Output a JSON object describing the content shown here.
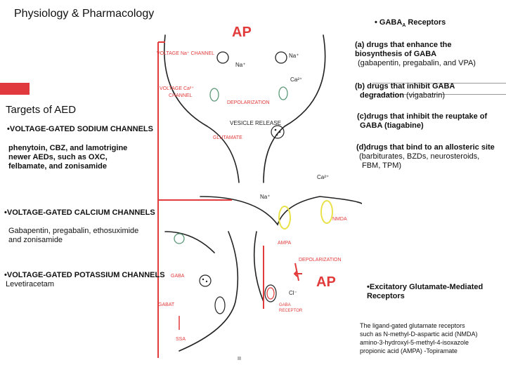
{
  "title": "Physiology & Pharmacology",
  "right_panel": {
    "heading_prefix": "• GABA",
    "heading_sub": "A",
    "heading_suffix": " Receptors",
    "item_a_1": "(a) drugs that enhance the",
    "item_a_2": "biosynthesis of GABA",
    "item_a_3": "(gabapentin, pregabalin, and VPA)",
    "item_b_1": "(b) drugs that inhibit GABA",
    "item_b_2": "degradation",
    "item_b_3": " (vigabatrin)",
    "item_c_1": "(c)drugs that inhibit the reuptake of",
    "item_c_2": "GABA (tiagabine)",
    "item_d_1": "(d)drugs that bind to an allosteric site",
    "item_d_2": "(barbiturates, BZDs, neurosteroids,",
    "item_d_3": "FBM, TPM)",
    "glutamate_heading_1": "•Excitatory Glutamate-Mediated",
    "glutamate_heading_2": "Receptors",
    "glutamate_1": "The ligand-gated glutamate receptors",
    "glutamate_2": "such as N-methyl-D-aspartic acid (NMDA)",
    "glutamate_3": "amino-3-hydroxyl-5-methyl-4-isoxazole",
    "glutamate_4": "propionic acid (AMPA) -Topiramate"
  },
  "left_panel": {
    "targets_heading": "Targets of AED",
    "sodium_heading": "•VOLTAGE-GATED SODIUM CHANNELS",
    "sodium_1": "phenytoin, CBZ, and lamotrigine",
    "sodium_2": "newer AEDs, such as OXC,",
    "sodium_3": "felbamate, and zonisamide",
    "calcium_heading": "•VOLTAGE-GATED CALCIUM CHANNELS",
    "calcium_1": "Gabapentin, pregabalin, ethosuximide",
    "calcium_2": "and zonisamide",
    "potassium_heading": "•VOLTAGE-GATED POTASSIUM CHANNELS",
    "potassium_1": "Levetiracetam"
  },
  "diagram": {
    "ap_top": "AP",
    "ap_bottom": "AP",
    "na_channel": "VOLTAGE Na⁺ CHANNEL",
    "na_plus": "Na⁺",
    "na_plus_in": "Na⁺",
    "ca_channel_1": "VOLTAGE Ca²⁺",
    "ca_channel_2": "CHANNEL",
    "ca_plus": "Ca²⁺",
    "depolarization_top": "DEPOLARIZATION",
    "vesicle_release": "VESICLE RELEASE",
    "glutamate": "GLUTAMATE",
    "na_post": "Na⁺",
    "ca_post": "Ca²⁺",
    "ampa": "AMPA",
    "nmda": "NMDA",
    "depolarization_bottom": "DEPOLARIZATION",
    "gaba": "GABA",
    "gabat": "GABAT",
    "ssa": "SSA",
    "cl_minus": "Cl⁻",
    "gaba_a_1": "GABA",
    "gaba_a_2": "RECEPTOR"
  },
  "colors": {
    "red_ink": "#e23b3b",
    "yellow_ink": "#e9e24a",
    "green_ink": "#5d9a7a",
    "accent_bar": "#e0393e"
  }
}
